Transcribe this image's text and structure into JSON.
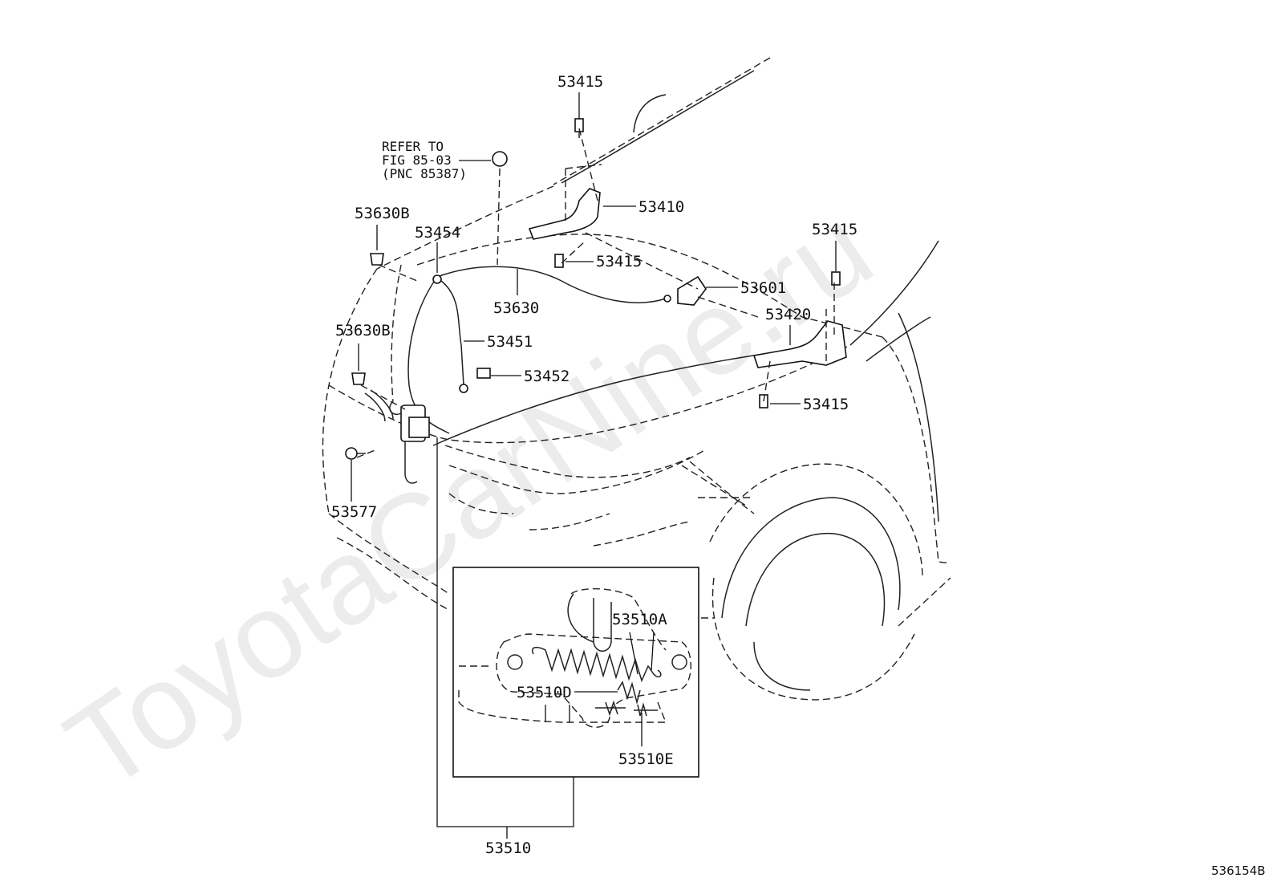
{
  "watermark": "ToyotaCarNine.ru",
  "figure_code": "536154B",
  "reference_note": {
    "line1": "REFER TO",
    "line2": "FIG 85-03",
    "line3": "(PNC 85387)"
  },
  "parts": {
    "p53415_top": "53415",
    "p53410": "53410",
    "p53630b_upper": "53630B",
    "p53454": "53454",
    "p53415_mid": "53415",
    "p53601": "53601",
    "p53415_right": "53415",
    "p53420": "53420",
    "p53630": "53630",
    "p53630b_lower": "53630B",
    "p53451": "53451",
    "p53452": "53452",
    "p53415_lower": "53415",
    "p53577": "53577",
    "p53510a": "53510A",
    "p53510d": "53510D",
    "p53510e": "53510E",
    "p53510": "53510"
  }
}
